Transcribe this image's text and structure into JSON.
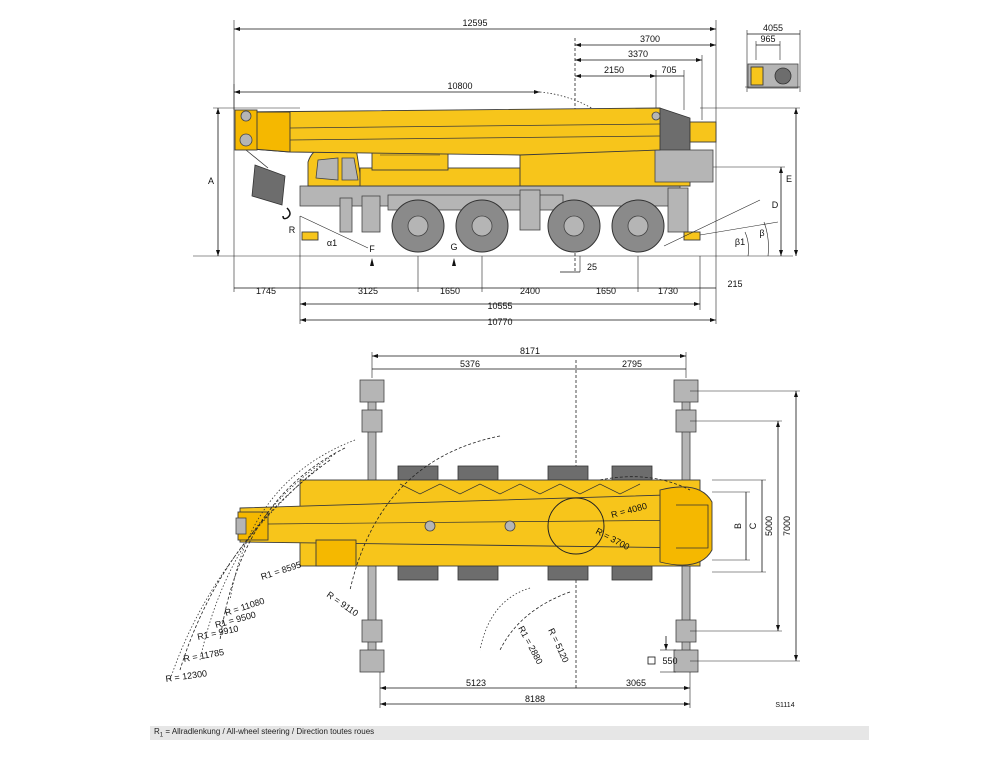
{
  "side_view": {
    "overall_length": "12595",
    "dims_top_right": [
      "3700",
      "3370",
      "2150",
      "705"
    ],
    "boom_overhang": "10800",
    "cab_width": "4055",
    "cab_small": "965",
    "axle_dims": [
      "1745",
      "3125",
      "1650",
      "2400",
      "1650",
      "1730",
      "215"
    ],
    "offset_small": "25",
    "length_10555": "10555",
    "length_10770": "10770",
    "letters": {
      "A": "A",
      "D": "D",
      "E": "E",
      "R": "R",
      "F": "F",
      "G": "G",
      "alpha1": "α1",
      "beta1": "β1",
      "beta": "β"
    }
  },
  "top_view": {
    "outrigger_span": "8171",
    "left_span_top": "5376",
    "right_span_top": "2795",
    "left_span_bottom": "5123",
    "right_span_bottom": "3065",
    "outrigger_span_bottom": "8188",
    "widths": [
      "5000",
      "7000"
    ],
    "letters": {
      "B": "B",
      "C": "C"
    },
    "radii": [
      "R = 4080",
      "R = 3700",
      "R = 5120",
      "R1 = 2880",
      "R = 9110",
      "R1 = 8595",
      "R = 11080",
      "R1 = 9500",
      "R1 = 9910",
      "R = 11785",
      "R = 12300"
    ],
    "pad_size": "550",
    "drawing_id": "S1114"
  },
  "footer": {
    "symbol": "R",
    "subscript": "1",
    "text": "= Allradlenkung / All-wheel steering / Direction toutes roues"
  }
}
